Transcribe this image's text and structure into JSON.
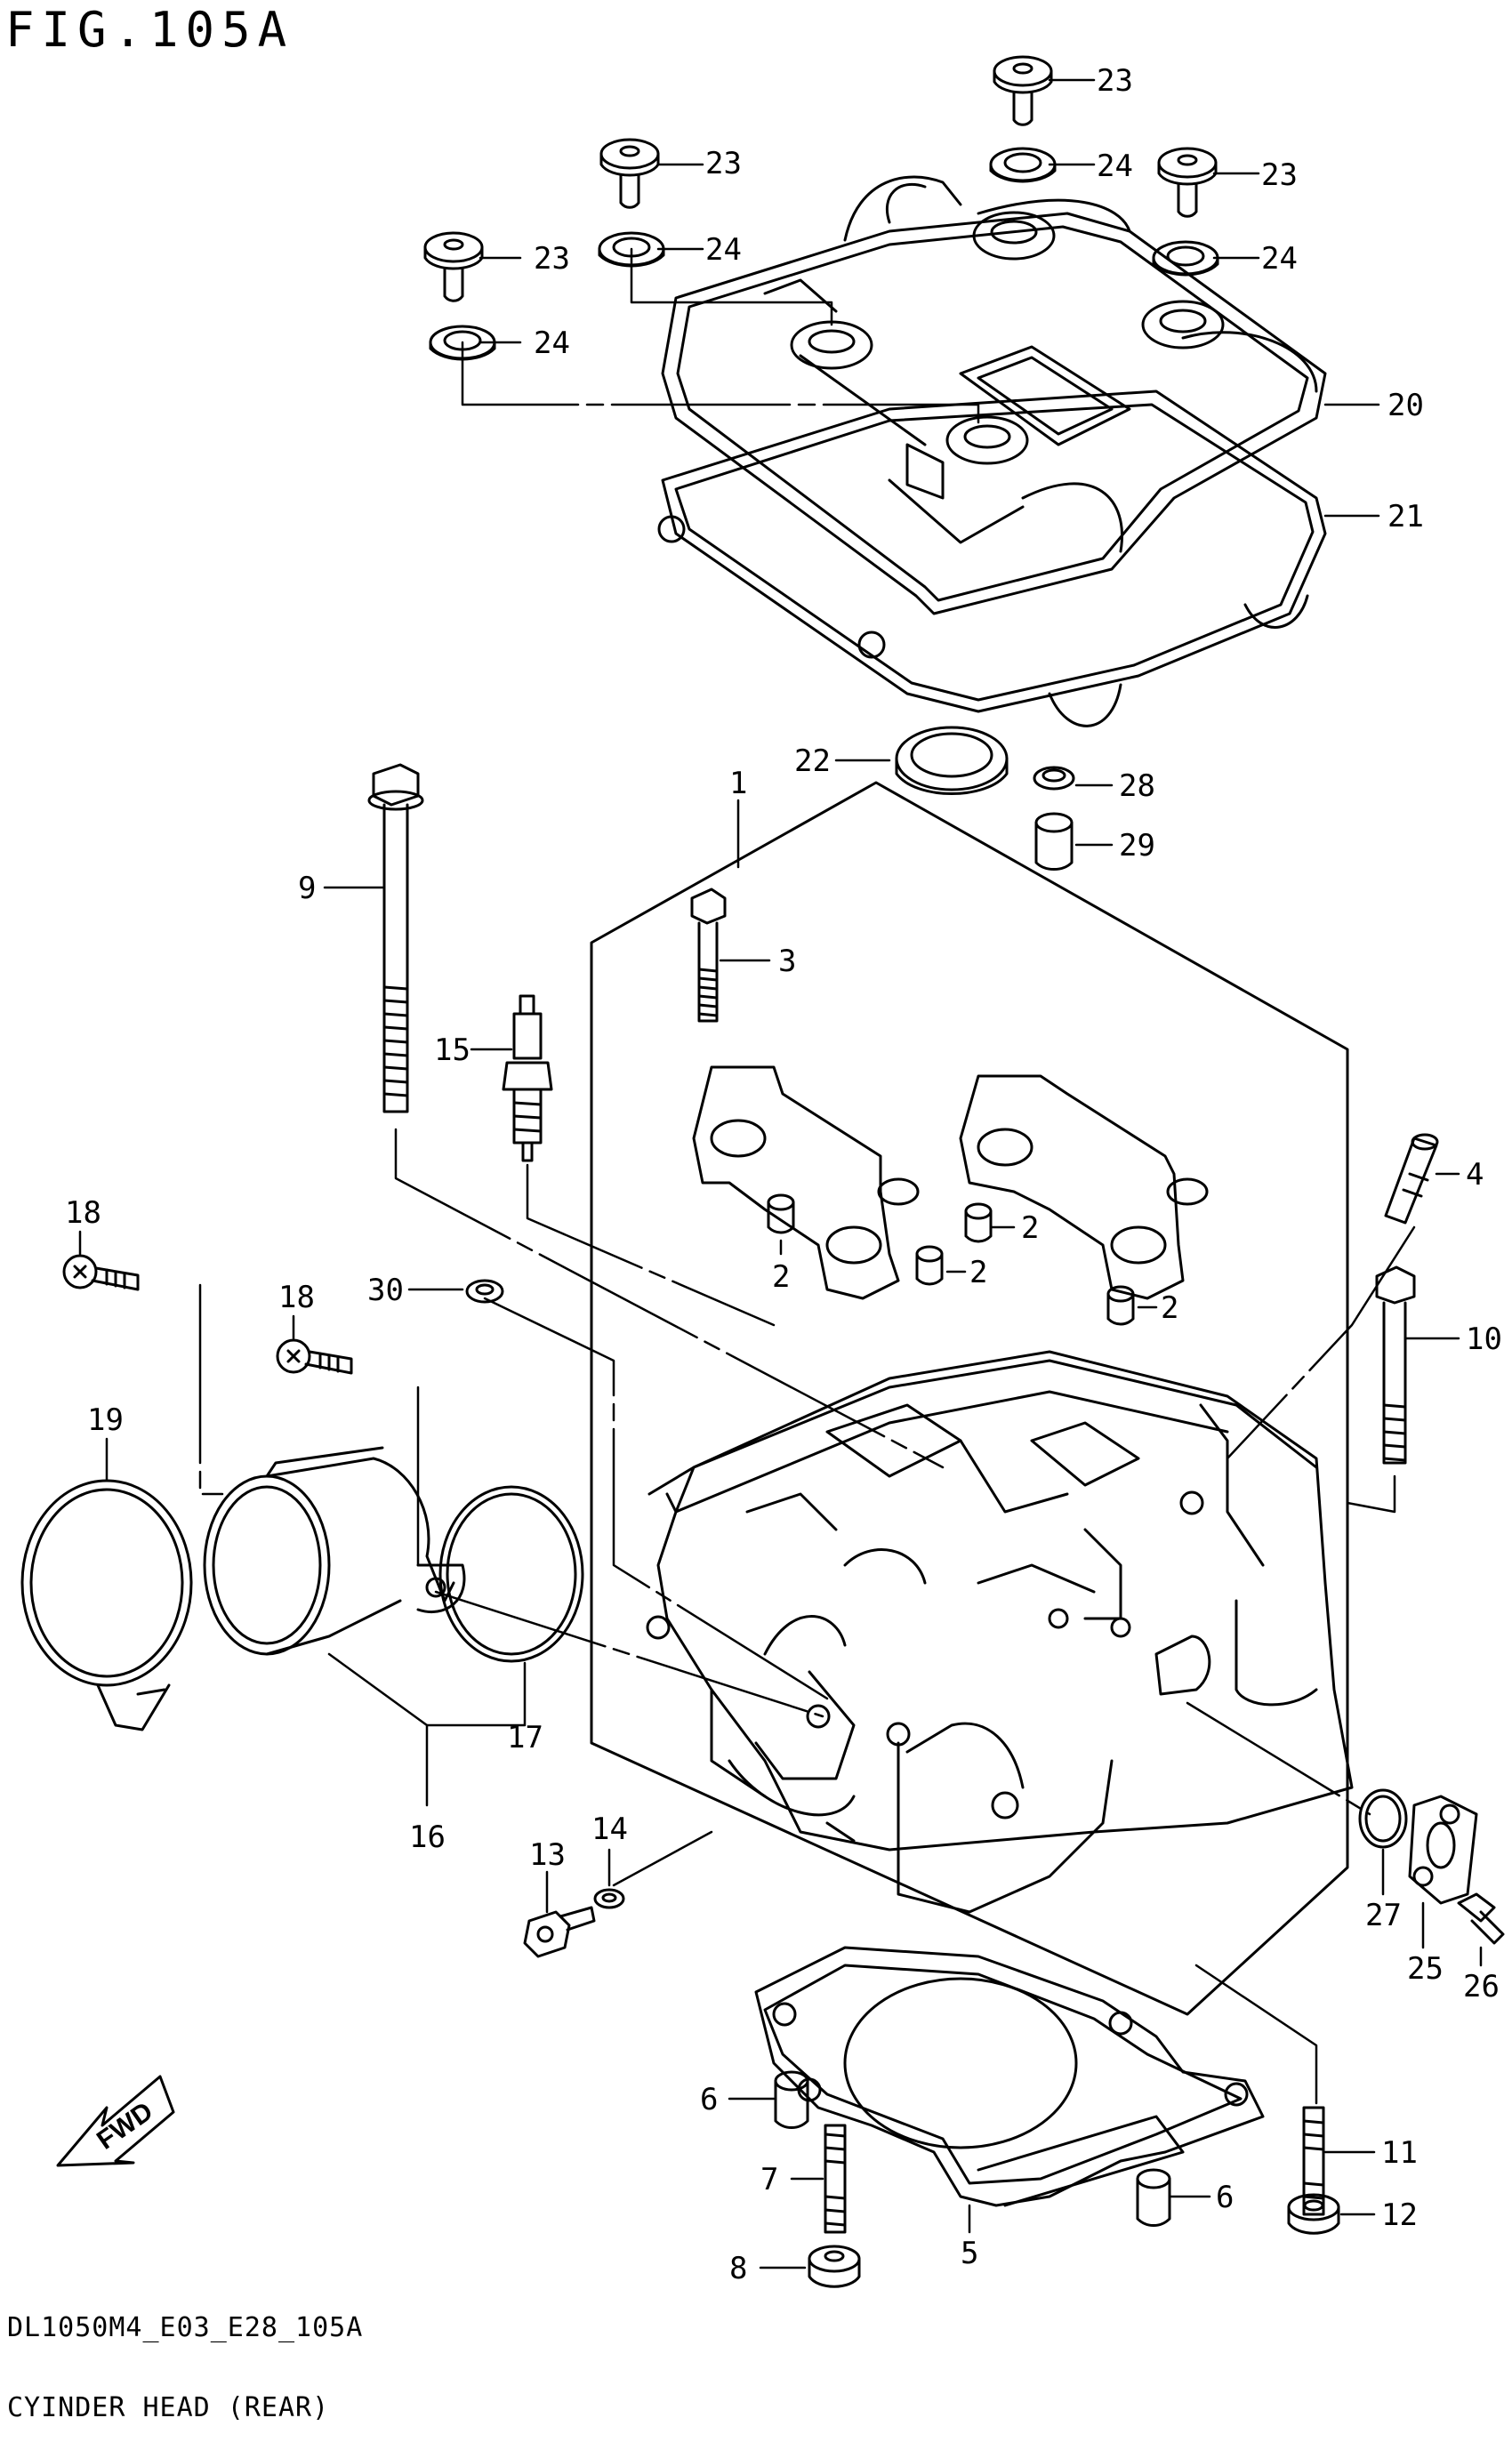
{
  "figure": {
    "title": "FIG.105A",
    "code": "DL1050M4_E03_E28_105A",
    "name": "CYINDER HEAD (REAR)"
  },
  "direction_label": "FWD",
  "callouts": [
    {
      "id": "23a",
      "label": "23"
    },
    {
      "id": "23b",
      "label": "23"
    },
    {
      "id": "23c",
      "label": "23"
    },
    {
      "id": "23d",
      "label": "23"
    },
    {
      "id": "24a",
      "label": "24"
    },
    {
      "id": "24b",
      "label": "24"
    },
    {
      "id": "24c",
      "label": "24"
    },
    {
      "id": "24d",
      "label": "24"
    },
    {
      "id": "20",
      "label": "20"
    },
    {
      "id": "21",
      "label": "21"
    },
    {
      "id": "22",
      "label": "22"
    },
    {
      "id": "28",
      "label": "28"
    },
    {
      "id": "29",
      "label": "29"
    },
    {
      "id": "1",
      "label": "1"
    },
    {
      "id": "9",
      "label": "9"
    },
    {
      "id": "3",
      "label": "3"
    },
    {
      "id": "15",
      "label": "15"
    },
    {
      "id": "4",
      "label": "4"
    },
    {
      "id": "2a",
      "label": "2"
    },
    {
      "id": "2b",
      "label": "2"
    },
    {
      "id": "2c",
      "label": "2"
    },
    {
      "id": "2d",
      "label": "2"
    },
    {
      "id": "18a",
      "label": "18"
    },
    {
      "id": "18b",
      "label": "18"
    },
    {
      "id": "30",
      "label": "30"
    },
    {
      "id": "10",
      "label": "10"
    },
    {
      "id": "19",
      "label": "19"
    },
    {
      "id": "17",
      "label": "17"
    },
    {
      "id": "16",
      "label": "16"
    },
    {
      "id": "13",
      "label": "13"
    },
    {
      "id": "14",
      "label": "14"
    },
    {
      "id": "27",
      "label": "27"
    },
    {
      "id": "25",
      "label": "25"
    },
    {
      "id": "26",
      "label": "26"
    },
    {
      "id": "6a",
      "label": "6"
    },
    {
      "id": "6b",
      "label": "6"
    },
    {
      "id": "7",
      "label": "7"
    },
    {
      "id": "8",
      "label": "8"
    },
    {
      "id": "5",
      "label": "5"
    },
    {
      "id": "11",
      "label": "11"
    },
    {
      "id": "12",
      "label": "12"
    }
  ]
}
